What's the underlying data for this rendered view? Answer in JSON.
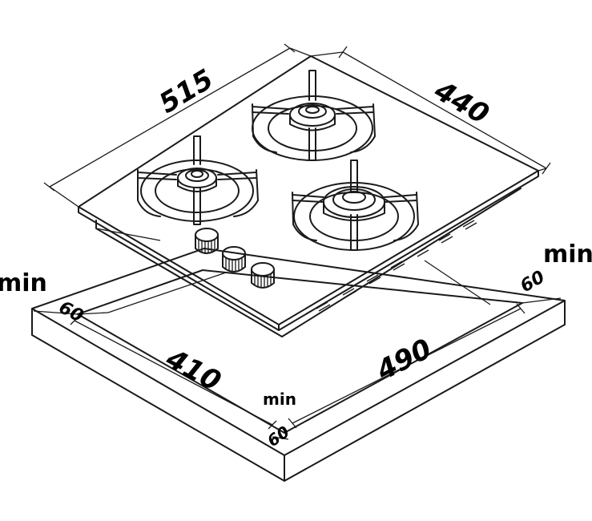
{
  "hob": {
    "width": "515",
    "depth": "440",
    "burners": 3,
    "knobs": 3
  },
  "cutout": {
    "width": "490",
    "depth": "410",
    "side_clearance_left": "60",
    "side_clearance_right": "60",
    "front_clearance": "60",
    "min_label": "min"
  },
  "labels": {
    "min_left": "min",
    "min_right": "min",
    "min_front": "min"
  },
  "colors": {
    "line": "#1a1a1a",
    "background": "#ffffff"
  }
}
